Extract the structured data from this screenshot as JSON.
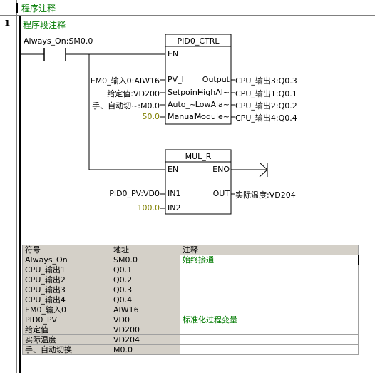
{
  "program_comment": "程序注释",
  "network": {
    "number": "1",
    "comment": "程序段注释",
    "contact_label": "Always_On:SM0.0",
    "pid_block": {
      "title": "PID0_CTRL",
      "en": "EN",
      "inputs": [
        {
          "pin": "PV_I",
          "operand": "EM0_输入0:AIW16",
          "olive": false
        },
        {
          "pin": "Setpoin~",
          "operand": "给定值:VD200",
          "olive": false
        },
        {
          "pin": "Auto_~",
          "operand": "手、自动切~:M0.0",
          "olive": false
        },
        {
          "pin": "Manual~",
          "operand": "50.0",
          "olive": true
        }
      ],
      "outputs": [
        {
          "pin": "Output",
          "operand": "CPU_输出3:Q0.3"
        },
        {
          "pin": "HighAl~",
          "operand": "CPU_输出1:Q0.1"
        },
        {
          "pin": "LowAla~",
          "operand": "CPU_输出2:Q0.2"
        },
        {
          "pin": "Module~",
          "operand": "CPU_输出4:Q0.4"
        }
      ]
    },
    "mul_block": {
      "title": "MUL_R",
      "en": "EN",
      "eno": "ENO",
      "in1_pin": "IN1",
      "in1_operand": "PID0_PV:VD0",
      "in2_pin": "IN2",
      "in2_operand": "100.0",
      "out_pin": "OUT",
      "out_operand": "实际温度:VD204"
    }
  },
  "symbol_table": {
    "headers": [
      "符号",
      "地址",
      "注释"
    ],
    "rows": [
      {
        "symbol": "Always_On",
        "address": "SM0.0",
        "comment": "始终接通"
      },
      {
        "symbol": "CPU_输出1",
        "address": "Q0.1",
        "comment": ""
      },
      {
        "symbol": "CPU_输出2",
        "address": "Q0.2",
        "comment": ""
      },
      {
        "symbol": "CPU_输出3",
        "address": "Q0.3",
        "comment": ""
      },
      {
        "symbol": "CPU_输出4",
        "address": "Q0.4",
        "comment": ""
      },
      {
        "symbol": "EM0_输入0",
        "address": "AIW16",
        "comment": ""
      },
      {
        "symbol": "PID0_PV",
        "address": "VD0",
        "comment": "标准化过程变量"
      },
      {
        "symbol": "给定值",
        "address": "VD200",
        "comment": ""
      },
      {
        "symbol": "实际温度",
        "address": "VD204",
        "comment": ""
      },
      {
        "symbol": "手、自动切换",
        "address": "M0.0",
        "comment": ""
      }
    ]
  },
  "colors": {
    "comment_green": "#007a00",
    "constant_olive": "#808000",
    "header_gray": "#d4d0c8"
  }
}
